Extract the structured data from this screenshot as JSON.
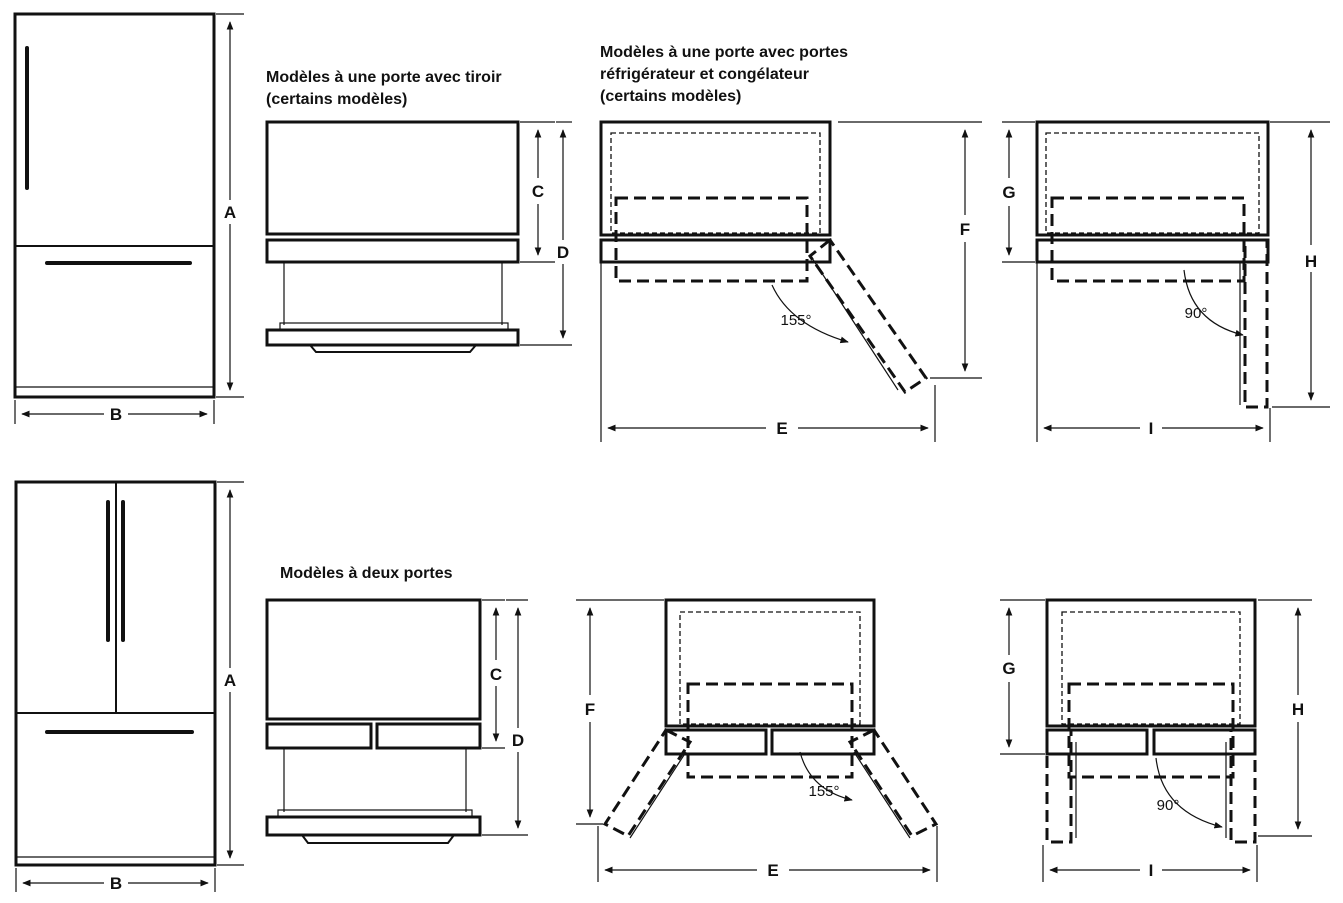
{
  "titles": {
    "single_drawer": [
      "Modèles à une porte avec tiroir",
      "(certains modèles)"
    ],
    "single_fridge_freezer": [
      "Modèles à une porte avec portes",
      "réfrigérateur et congélateur",
      "(certains modèles)"
    ],
    "double": "Modèles à deux portes"
  },
  "labels": {
    "a": "A",
    "b": "B",
    "c": "C",
    "d": "D",
    "e": "E",
    "f": "F",
    "g": "G",
    "h": "H",
    "i": "I"
  },
  "angles": {
    "wide": "155°",
    "right": "90°"
  }
}
